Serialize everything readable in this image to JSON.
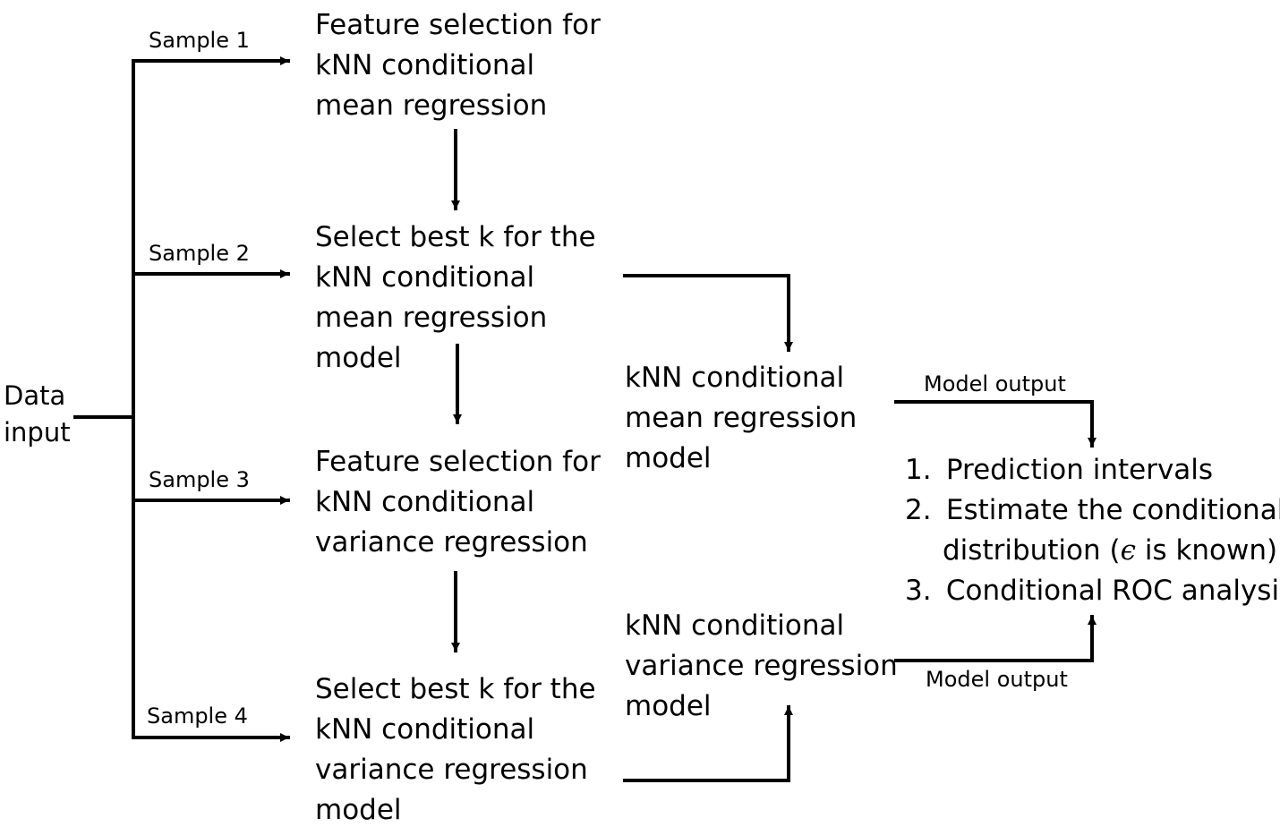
{
  "input": {
    "label_lines": [
      "Data",
      "input"
    ]
  },
  "samples": [
    "Sample 1",
    "Sample 2",
    "Sample 3",
    "Sample 4"
  ],
  "steps": {
    "fs_mean": [
      "Feature selection for",
      "kNN conditional",
      "mean regression"
    ],
    "k_mean": [
      "Select best k for the",
      "kNN conditional",
      "mean regression",
      "model"
    ],
    "fs_var": [
      "Feature selection for",
      "kNN conditional",
      "variance regression"
    ],
    "k_var": [
      "Select best k for the",
      "kNN conditional",
      "variance regression",
      "model"
    ]
  },
  "models": {
    "mean": [
      "kNN conditional",
      "mean regression",
      "model"
    ],
    "variance": [
      "kNN conditional",
      "variance regression",
      "model"
    ]
  },
  "edge_labels": {
    "mean_output": "Model output",
    "variance_output": "Model output"
  },
  "outputs": {
    "item1": {
      "num": "1.",
      "text": "Prediction intervals"
    },
    "item2": {
      "num": "2.",
      "text": "Estimate the conditional",
      "cont_before": "distribution (",
      "symbol": "ϵ",
      "cont_after": " is known)"
    },
    "item3": {
      "num": "3.",
      "text": "Conditional ROC analysis"
    }
  }
}
